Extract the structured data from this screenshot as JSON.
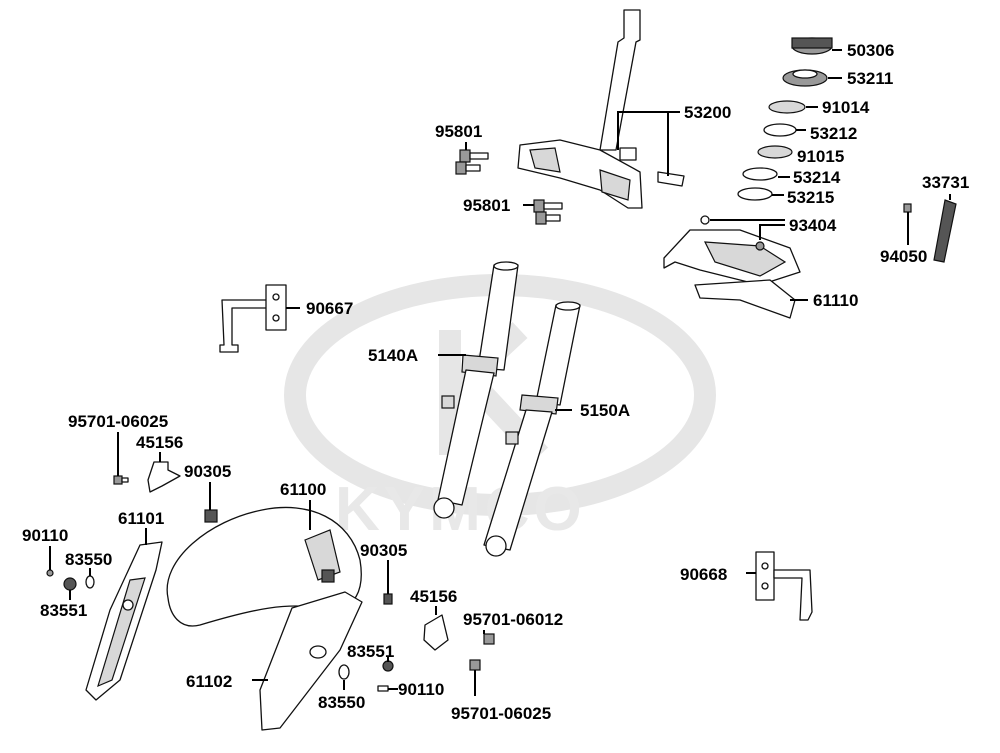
{
  "watermark": {
    "text": "KYMCO"
  },
  "parts": [
    {
      "id": "p50306",
      "label": "50306"
    },
    {
      "id": "p53211",
      "label": "53211"
    },
    {
      "id": "p91014",
      "label": "91014"
    },
    {
      "id": "p53212",
      "label": "53212"
    },
    {
      "id": "p91015",
      "label": "91015"
    },
    {
      "id": "p53214",
      "label": "53214"
    },
    {
      "id": "p53215",
      "label": "53215"
    },
    {
      "id": "p53200",
      "label": "53200"
    },
    {
      "id": "p95801a",
      "label": "95801"
    },
    {
      "id": "p95801b",
      "label": "95801"
    },
    {
      "id": "p33731",
      "label": "33731"
    },
    {
      "id": "p94050",
      "label": "94050"
    },
    {
      "id": "p93404",
      "label": "93404"
    },
    {
      "id": "p61110",
      "label": "61110"
    },
    {
      "id": "p90667",
      "label": "90667"
    },
    {
      "id": "p5140A",
      "label": "5140A"
    },
    {
      "id": "p5150A",
      "label": "5150A"
    },
    {
      "id": "p95701a",
      "label": "95701-06025"
    },
    {
      "id": "p45156a",
      "label": "45156"
    },
    {
      "id": "p90305a",
      "label": "90305"
    },
    {
      "id": "p61100",
      "label": "61100"
    },
    {
      "id": "p90110a",
      "label": "90110"
    },
    {
      "id": "p61101",
      "label": "61101"
    },
    {
      "id": "p83550a",
      "label": "83550"
    },
    {
      "id": "p83551a",
      "label": "83551"
    },
    {
      "id": "p90305b",
      "label": "90305"
    },
    {
      "id": "p45156b",
      "label": "45156"
    },
    {
      "id": "p95701b",
      "label": "95701-06012"
    },
    {
      "id": "p83551b",
      "label": "83551"
    },
    {
      "id": "p61102",
      "label": "61102"
    },
    {
      "id": "p83550b",
      "label": "83550"
    },
    {
      "id": "p90110b",
      "label": "90110"
    },
    {
      "id": "p95701c",
      "label": "95701-06025"
    },
    {
      "id": "p90668",
      "label": "90668"
    }
  ]
}
